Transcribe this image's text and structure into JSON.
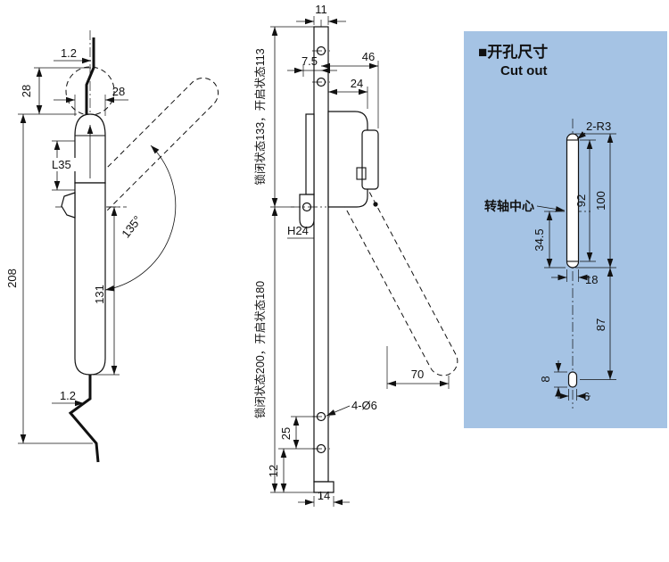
{
  "page": {
    "background": "#ffffff",
    "line_color": "#111111"
  },
  "front_view": {
    "dim_top_thickness": "1.2",
    "dim_hook_height": "28",
    "dim_head_width": "28",
    "dim_lever_length": "L35",
    "dim_open_angle": "135°",
    "dim_total_height": "208",
    "dim_grip_length": "131",
    "dim_bottom_thickness": "1.2"
  },
  "side_view": {
    "dim_plate_width": "11",
    "dim_hole_offset": "7.5",
    "dim_body_depth": "46",
    "dim_cam_depth": "24",
    "dim_state_upper": "锁闭状态133，开启状态113",
    "dim_handle_section": "H24",
    "dim_state_lower": "锁闭状态200，开启状态180",
    "dim_open_reach": "70",
    "dim_mount_holes": "4-Ø6",
    "dim_hole_pitch": "25",
    "dim_bottom_margin": "12",
    "dim_foot_depth": "14"
  },
  "cutout": {
    "title_cn": "■开孔尺寸",
    "title_en": "Cut out",
    "panel_bg": "#a5c3e4",
    "dim_corner_radius": "2-R3",
    "label_pivot_center": "转轴中心",
    "dim_slot_straight": "92",
    "dim_slot_length": "100",
    "dim_pivot_offset": "34.5",
    "dim_slot_width": "18",
    "dim_hole_distance": "87",
    "dim_hole_height": "8",
    "dim_hole_width": "6"
  }
}
